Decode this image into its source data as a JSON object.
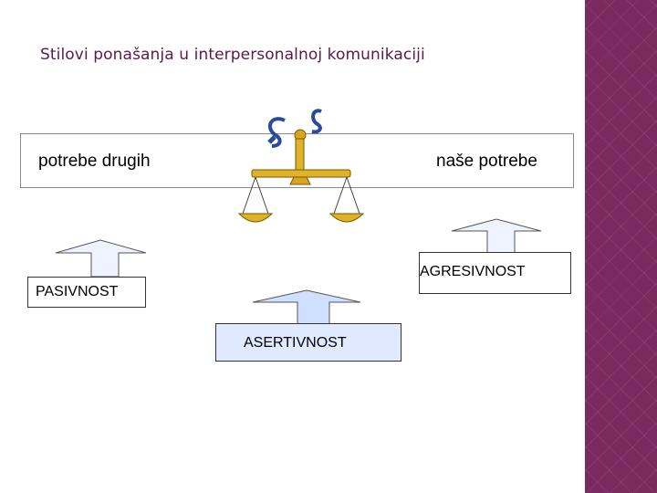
{
  "title": "Stilovi ponašanja u interpersonalnoj komunikaciji",
  "needs": {
    "left": "potrebe drugih",
    "right": "naše potrebe"
  },
  "styles": {
    "passive": "PASIVNOST",
    "aggressive": "AGRESIVNOST",
    "assertive": "ASERTIVNOST"
  },
  "icons": {
    "scale": "balance-scale-icon",
    "arrows": "up-arrow-icon"
  },
  "colors": {
    "title": "#5a1a4a",
    "side_panel": "#7a2a5f",
    "assertive_fill": "#dfe9ff",
    "arrow_fill": "#e6eeff"
  }
}
